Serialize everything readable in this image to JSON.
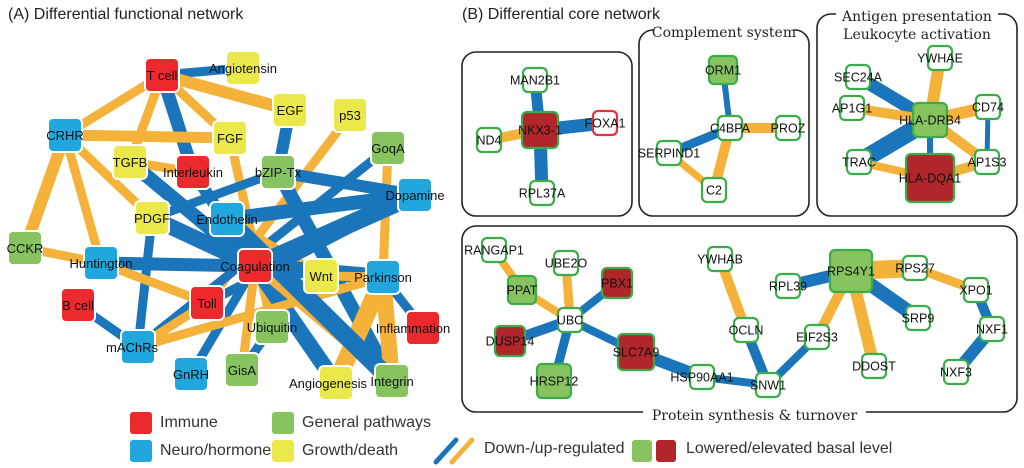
{
  "panel_a": {
    "title": "(A) Differential functional network",
    "category_colors": {
      "immune": "#ec2a2d",
      "neuro": "#21a7de",
      "general": "#87c45f",
      "growth": "#ebe84b"
    },
    "nodes": [
      {
        "id": "tcell",
        "label": "T cell",
        "cat": "immune"
      },
      {
        "id": "angiotensin",
        "label": "Angiotensin",
        "cat": "growth"
      },
      {
        "id": "egf",
        "label": "EGF",
        "cat": "growth"
      },
      {
        "id": "p53",
        "label": "p53",
        "cat": "growth"
      },
      {
        "id": "fgf",
        "label": "FGF",
        "cat": "growth"
      },
      {
        "id": "crhr",
        "label": "CRHR",
        "cat": "neuro"
      },
      {
        "id": "tgfb",
        "label": "TGFB",
        "cat": "growth"
      },
      {
        "id": "interleukin",
        "label": "Interleukin",
        "cat": "immune"
      },
      {
        "id": "bzip",
        "label": "bZIP-Tx",
        "cat": "general"
      },
      {
        "id": "goqa",
        "label": "GoqA",
        "cat": "general"
      },
      {
        "id": "dopamine",
        "label": "Dopamine",
        "cat": "neuro"
      },
      {
        "id": "endothelin",
        "label": "Endothelin",
        "cat": "neuro"
      },
      {
        "id": "pdgf",
        "label": "PDGF",
        "cat": "growth"
      },
      {
        "id": "cckr",
        "label": "CCKR",
        "cat": "general"
      },
      {
        "id": "huntington",
        "label": "Huntington",
        "cat": "neuro"
      },
      {
        "id": "coagulation",
        "label": "Coagulation",
        "cat": "immune"
      },
      {
        "id": "wnt",
        "label": "Wnt",
        "cat": "growth"
      },
      {
        "id": "parkinson",
        "label": "Parkinson",
        "cat": "neuro"
      },
      {
        "id": "bcell",
        "label": "B cell",
        "cat": "immune"
      },
      {
        "id": "toll",
        "label": "Toll",
        "cat": "immune"
      },
      {
        "id": "inflammation",
        "label": "Inflammation",
        "cat": "immune"
      },
      {
        "id": "ubiquitin",
        "label": "Ubiquitin",
        "cat": "general"
      },
      {
        "id": "machrs",
        "label": "mAChRs",
        "cat": "neuro"
      },
      {
        "id": "gnrh",
        "label": "GnRH",
        "cat": "neuro"
      },
      {
        "id": "gisa",
        "label": "GisA",
        "cat": "general"
      },
      {
        "id": "integrin",
        "label": "Integrin",
        "cat": "general"
      },
      {
        "id": "angiogenesis",
        "label": "Angiogenesis",
        "cat": "growth"
      }
    ],
    "edges": [
      {
        "s": "tcell",
        "t": "angiotensin",
        "dir": "down"
      },
      {
        "s": "tcell",
        "t": "egf",
        "dir": "up"
      },
      {
        "s": "tcell",
        "t": "fgf",
        "dir": "up"
      },
      {
        "s": "tcell",
        "t": "crhr",
        "dir": "up"
      },
      {
        "s": "tcell",
        "t": "tgfb",
        "dir": "up"
      },
      {
        "s": "tcell",
        "t": "interleukin",
        "dir": "down"
      },
      {
        "s": "crhr",
        "t": "fgf",
        "dir": "up"
      },
      {
        "s": "crhr",
        "t": "cckr",
        "dir": "up"
      },
      {
        "s": "crhr",
        "t": "huntington",
        "dir": "up"
      },
      {
        "s": "crhr",
        "t": "pdgf",
        "dir": "up"
      },
      {
        "s": "tgfb",
        "t": "interleukin",
        "dir": "up"
      },
      {
        "s": "tgfb",
        "t": "coagulation",
        "dir": "down"
      },
      {
        "s": "fgf",
        "t": "ubiquitin",
        "dir": "up"
      },
      {
        "s": "egf",
        "t": "bzip",
        "dir": "down"
      },
      {
        "s": "p53",
        "t": "toll",
        "dir": "up"
      },
      {
        "s": "goqa",
        "t": "machrs",
        "dir": "down"
      },
      {
        "s": "goqa",
        "t": "parkinson",
        "dir": "up"
      },
      {
        "s": "bzip",
        "t": "dopamine",
        "dir": "down"
      },
      {
        "s": "bzip",
        "t": "pdgf",
        "dir": "down"
      },
      {
        "s": "bzip",
        "t": "integrin",
        "dir": "down"
      },
      {
        "s": "interleukin",
        "t": "coagulation",
        "dir": "down"
      },
      {
        "s": "endothelin",
        "t": "coagulation",
        "dir": "down"
      },
      {
        "s": "endothelin",
        "t": "wnt",
        "dir": "up"
      },
      {
        "s": "pdgf",
        "t": "coagulation",
        "dir": "down"
      },
      {
        "s": "pdgf",
        "t": "machrs",
        "dir": "down"
      },
      {
        "s": "dopamine",
        "t": "coagulation",
        "dir": "down"
      },
      {
        "s": "dopamine",
        "t": "endothelin",
        "dir": "down"
      },
      {
        "s": "dopamine",
        "t": "toll",
        "dir": "down"
      },
      {
        "s": "cckr",
        "t": "huntington",
        "dir": "up"
      },
      {
        "s": "huntington",
        "t": "coagulation",
        "dir": "down"
      },
      {
        "s": "huntington",
        "t": "toll",
        "dir": "up"
      },
      {
        "s": "coagulation",
        "t": "wnt",
        "dir": "up"
      },
      {
        "s": "coagulation",
        "t": "parkinson",
        "dir": "down"
      },
      {
        "s": "coagulation",
        "t": "gnrh",
        "dir": "down"
      },
      {
        "s": "coagulation",
        "t": "angiogenesis",
        "dir": "down"
      },
      {
        "s": "coagulation",
        "t": "integrin",
        "dir": "up"
      },
      {
        "s": "coagulation",
        "t": "gisa",
        "dir": "up"
      },
      {
        "s": "wnt",
        "t": "parkinson",
        "dir": "up"
      },
      {
        "s": "parkinson",
        "t": "inflammation",
        "dir": "down"
      },
      {
        "s": "parkinson",
        "t": "angiogenesis",
        "dir": "up"
      },
      {
        "s": "parkinson",
        "t": "integrin",
        "dir": "up"
      },
      {
        "s": "parkinson",
        "t": "machrs",
        "dir": "up"
      },
      {
        "s": "bcell",
        "t": "machrs",
        "dir": "down"
      },
      {
        "s": "toll",
        "t": "machrs",
        "dir": "up"
      },
      {
        "s": "ubiquitin",
        "t": "gisa",
        "dir": "down"
      },
      {
        "s": "endothelin",
        "t": "integrin",
        "dir": "down"
      }
    ],
    "legend": [
      {
        "label": "Immune",
        "cat": "immune"
      },
      {
        "label": "General pathways",
        "cat": "general"
      },
      {
        "label": "Neuro/hormone",
        "cat": "neuro"
      },
      {
        "label": "Growth/death",
        "cat": "growth"
      }
    ]
  },
  "panel_b": {
    "title": "(B) Differential core network",
    "basal_colors": {
      "lowered": "#87c45f",
      "elevated": "#b0262b",
      "none": "#ffffff"
    },
    "border_colors": {
      "green": "#3aad4a",
      "red": "#e8303f"
    },
    "groups": [
      {
        "id": "g1",
        "title_lines": []
      },
      {
        "id": "g2",
        "title_lines": [
          "Complement system"
        ]
      },
      {
        "id": "g3",
        "title_lines": [
          "Antigen presentation",
          "Leukocyte activation"
        ]
      },
      {
        "id": "g4",
        "title_lines": [
          "Protein synthesis & turnover"
        ]
      }
    ],
    "nodes": [
      {
        "id": "man2b1",
        "label": "MAN2B1",
        "basal": "none",
        "border": "green"
      },
      {
        "id": "nkx31",
        "label": "NKX3-1",
        "basal": "elevated",
        "border": "green"
      },
      {
        "id": "foxa1",
        "label": "FOXA1",
        "basal": "none",
        "border": "red"
      },
      {
        "id": "nd4",
        "label": "ND4",
        "basal": "none",
        "border": "green"
      },
      {
        "id": "rpl37a",
        "label": "RPL37A",
        "basal": "none",
        "border": "green"
      },
      {
        "id": "orm1",
        "label": "ORM1",
        "basal": "lowered",
        "border": "green"
      },
      {
        "id": "c4bpa",
        "label": "C4BPA",
        "basal": "none",
        "border": "green"
      },
      {
        "id": "proz",
        "label": "PROZ",
        "basal": "none",
        "border": "green"
      },
      {
        "id": "serpind1",
        "label": "SERPIND1",
        "basal": "none",
        "border": "green"
      },
      {
        "id": "c2",
        "label": "C2",
        "basal": "none",
        "border": "green"
      },
      {
        "id": "sec24a",
        "label": "SEC24A",
        "basal": "none",
        "border": "green"
      },
      {
        "id": "ywhae",
        "label": "YWHAE",
        "basal": "none",
        "border": "green"
      },
      {
        "id": "ap1g1",
        "label": "AP1G1",
        "basal": "none",
        "border": "green"
      },
      {
        "id": "hladrb4",
        "label": "HLA-DRB4",
        "basal": "lowered",
        "border": "green"
      },
      {
        "id": "cd74",
        "label": "CD74",
        "basal": "none",
        "border": "green"
      },
      {
        "id": "trac",
        "label": "TRAC",
        "basal": "none",
        "border": "green"
      },
      {
        "id": "hladqa1",
        "label": "HLA-DQA1",
        "basal": "elevated",
        "border": "green"
      },
      {
        "id": "ap1s3",
        "label": "AP1S3",
        "basal": "none",
        "border": "green"
      },
      {
        "id": "rangap1",
        "label": "RANGAP1",
        "basal": "none",
        "border": "green"
      },
      {
        "id": "ube2o",
        "label": "UBE2O",
        "basal": "none",
        "border": "green"
      },
      {
        "id": "pbx1",
        "label": "PBX1",
        "basal": "elevated",
        "border": "green"
      },
      {
        "id": "ppat",
        "label": "PPAT",
        "basal": "lowered",
        "border": "green"
      },
      {
        "id": "ubc",
        "label": "UBC",
        "basal": "none",
        "border": "green"
      },
      {
        "id": "dusp14",
        "label": "DUSP14",
        "basal": "elevated",
        "border": "green"
      },
      {
        "id": "slc7a9",
        "label": "SLC7A9",
        "basal": "elevated",
        "border": "green"
      },
      {
        "id": "hrsp12",
        "label": "HRSP12",
        "basal": "lowered",
        "border": "green"
      },
      {
        "id": "hsp90aa1",
        "label": "HSP90AA1",
        "basal": "none",
        "border": "green"
      },
      {
        "id": "ywhab",
        "label": "YWHAB",
        "basal": "none",
        "border": "green"
      },
      {
        "id": "ocln",
        "label": "OCLN",
        "basal": "none",
        "border": "green"
      },
      {
        "id": "snw1",
        "label": "SNW1",
        "basal": "none",
        "border": "green"
      },
      {
        "id": "eif2s3",
        "label": "EIF2S3",
        "basal": "none",
        "border": "green"
      },
      {
        "id": "rpl39",
        "label": "RPL39",
        "basal": "none",
        "border": "green"
      },
      {
        "id": "rps4y1",
        "label": "RPS4Y1",
        "basal": "lowered",
        "border": "green"
      },
      {
        "id": "ddost",
        "label": "DDOST",
        "basal": "none",
        "border": "green"
      },
      {
        "id": "srp9",
        "label": "SRP9",
        "basal": "none",
        "border": "green"
      },
      {
        "id": "rps27",
        "label": "RPS27",
        "basal": "none",
        "border": "green"
      },
      {
        "id": "xpo1",
        "label": "XPO1",
        "basal": "none",
        "border": "green"
      },
      {
        "id": "nxf1",
        "label": "NXF1",
        "basal": "none",
        "border": "green"
      },
      {
        "id": "nxf3",
        "label": "NXF3",
        "basal": "none",
        "border": "green"
      }
    ],
    "edges": [
      {
        "s": "man2b1",
        "t": "nkx31",
        "dir": "down"
      },
      {
        "s": "nkx31",
        "t": "foxa1",
        "dir": "down"
      },
      {
        "s": "nd4",
        "t": "nkx31",
        "dir": "up"
      },
      {
        "s": "nkx31",
        "t": "rpl37a",
        "dir": "down"
      },
      {
        "s": "orm1",
        "t": "c4bpa",
        "dir": "down"
      },
      {
        "s": "c4bpa",
        "t": "proz",
        "dir": "up"
      },
      {
        "s": "serpind1",
        "t": "c4bpa",
        "dir": "down"
      },
      {
        "s": "c4bpa",
        "t": "c2",
        "dir": "up"
      },
      {
        "s": "serpind1",
        "t": "c2",
        "dir": "up"
      },
      {
        "s": "sec24a",
        "t": "hladrb4",
        "dir": "down"
      },
      {
        "s": "ywhae",
        "t": "hladrb4",
        "dir": "up"
      },
      {
        "s": "ap1g1",
        "t": "hladrb4",
        "dir": "up"
      },
      {
        "s": "hladrb4",
        "t": "cd74",
        "dir": "up"
      },
      {
        "s": "trac",
        "t": "hladrb4",
        "dir": "down"
      },
      {
        "s": "hladrb4",
        "t": "hladqa1",
        "dir": "down"
      },
      {
        "s": "hladrb4",
        "t": "ap1s3",
        "dir": "up"
      },
      {
        "s": "cd74",
        "t": "ap1s3",
        "dir": "down"
      },
      {
        "s": "trac",
        "t": "hladqa1",
        "dir": "up"
      },
      {
        "s": "hladqa1",
        "t": "ap1s3",
        "dir": "up"
      },
      {
        "s": "rangap1",
        "t": "ppat",
        "dir": "up"
      },
      {
        "s": "ppat",
        "t": "ubc",
        "dir": "up"
      },
      {
        "s": "ube2o",
        "t": "ubc",
        "dir": "up"
      },
      {
        "s": "pbx1",
        "t": "ubc",
        "dir": "down"
      },
      {
        "s": "dusp14",
        "t": "ubc",
        "dir": "down"
      },
      {
        "s": "hrsp12",
        "t": "ubc",
        "dir": "down"
      },
      {
        "s": "ubc",
        "t": "slc7a9",
        "dir": "down"
      },
      {
        "s": "slc7a9",
        "t": "hsp90aa1",
        "dir": "down"
      },
      {
        "s": "hsp90aa1",
        "t": "snw1",
        "dir": "down"
      },
      {
        "s": "ywhab",
        "t": "ocln",
        "dir": "up"
      },
      {
        "s": "ocln",
        "t": "snw1",
        "dir": "down"
      },
      {
        "s": "snw1",
        "t": "eif2s3",
        "dir": "down"
      },
      {
        "s": "eif2s3",
        "t": "rps4y1",
        "dir": "up"
      },
      {
        "s": "rpl39",
        "t": "rps4y1",
        "dir": "down"
      },
      {
        "s": "rps4y1",
        "t": "ddost",
        "dir": "up"
      },
      {
        "s": "rps4y1",
        "t": "srp9",
        "dir": "down"
      },
      {
        "s": "rps4y1",
        "t": "rps27",
        "dir": "up"
      },
      {
        "s": "rps27",
        "t": "xpo1",
        "dir": "up"
      },
      {
        "s": "xpo1",
        "t": "nxf1",
        "dir": "down"
      },
      {
        "s": "nxf1",
        "t": "nxf3",
        "dir": "down"
      }
    ]
  },
  "legend_b": {
    "edge_label": "Down-/up-regulated",
    "basal_label": "Lowered/elevated basal level"
  },
  "edge_colors": {
    "down": "#1b75bb",
    "up": "#f4b23a"
  }
}
